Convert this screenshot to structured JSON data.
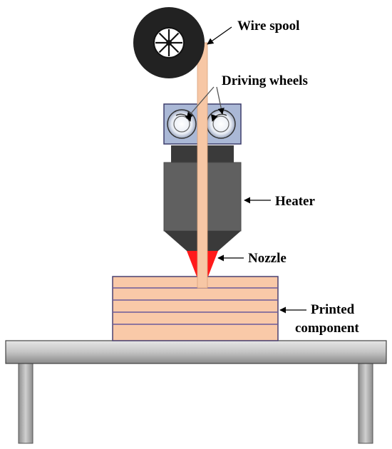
{
  "labels": {
    "wire_spool": "Wire spool",
    "driving_wheels": "Driving wheels",
    "heater": "Heater",
    "nozzle": "Nozzle",
    "printed_component_line1": "Printed",
    "printed_component_line2": "component"
  },
  "colors": {
    "filament": "#f7c7a5",
    "spool": "#222222",
    "wheel_block": "#aab8d6",
    "heater_body": "#606060",
    "heater_top": "#3a3a3a",
    "nozzle_tip": "#ff1a1a",
    "printed_layers": "#f9c9a8",
    "layer_lines": "#6a5a9a",
    "table": "#b8b8b8"
  },
  "component_layers": 5
}
